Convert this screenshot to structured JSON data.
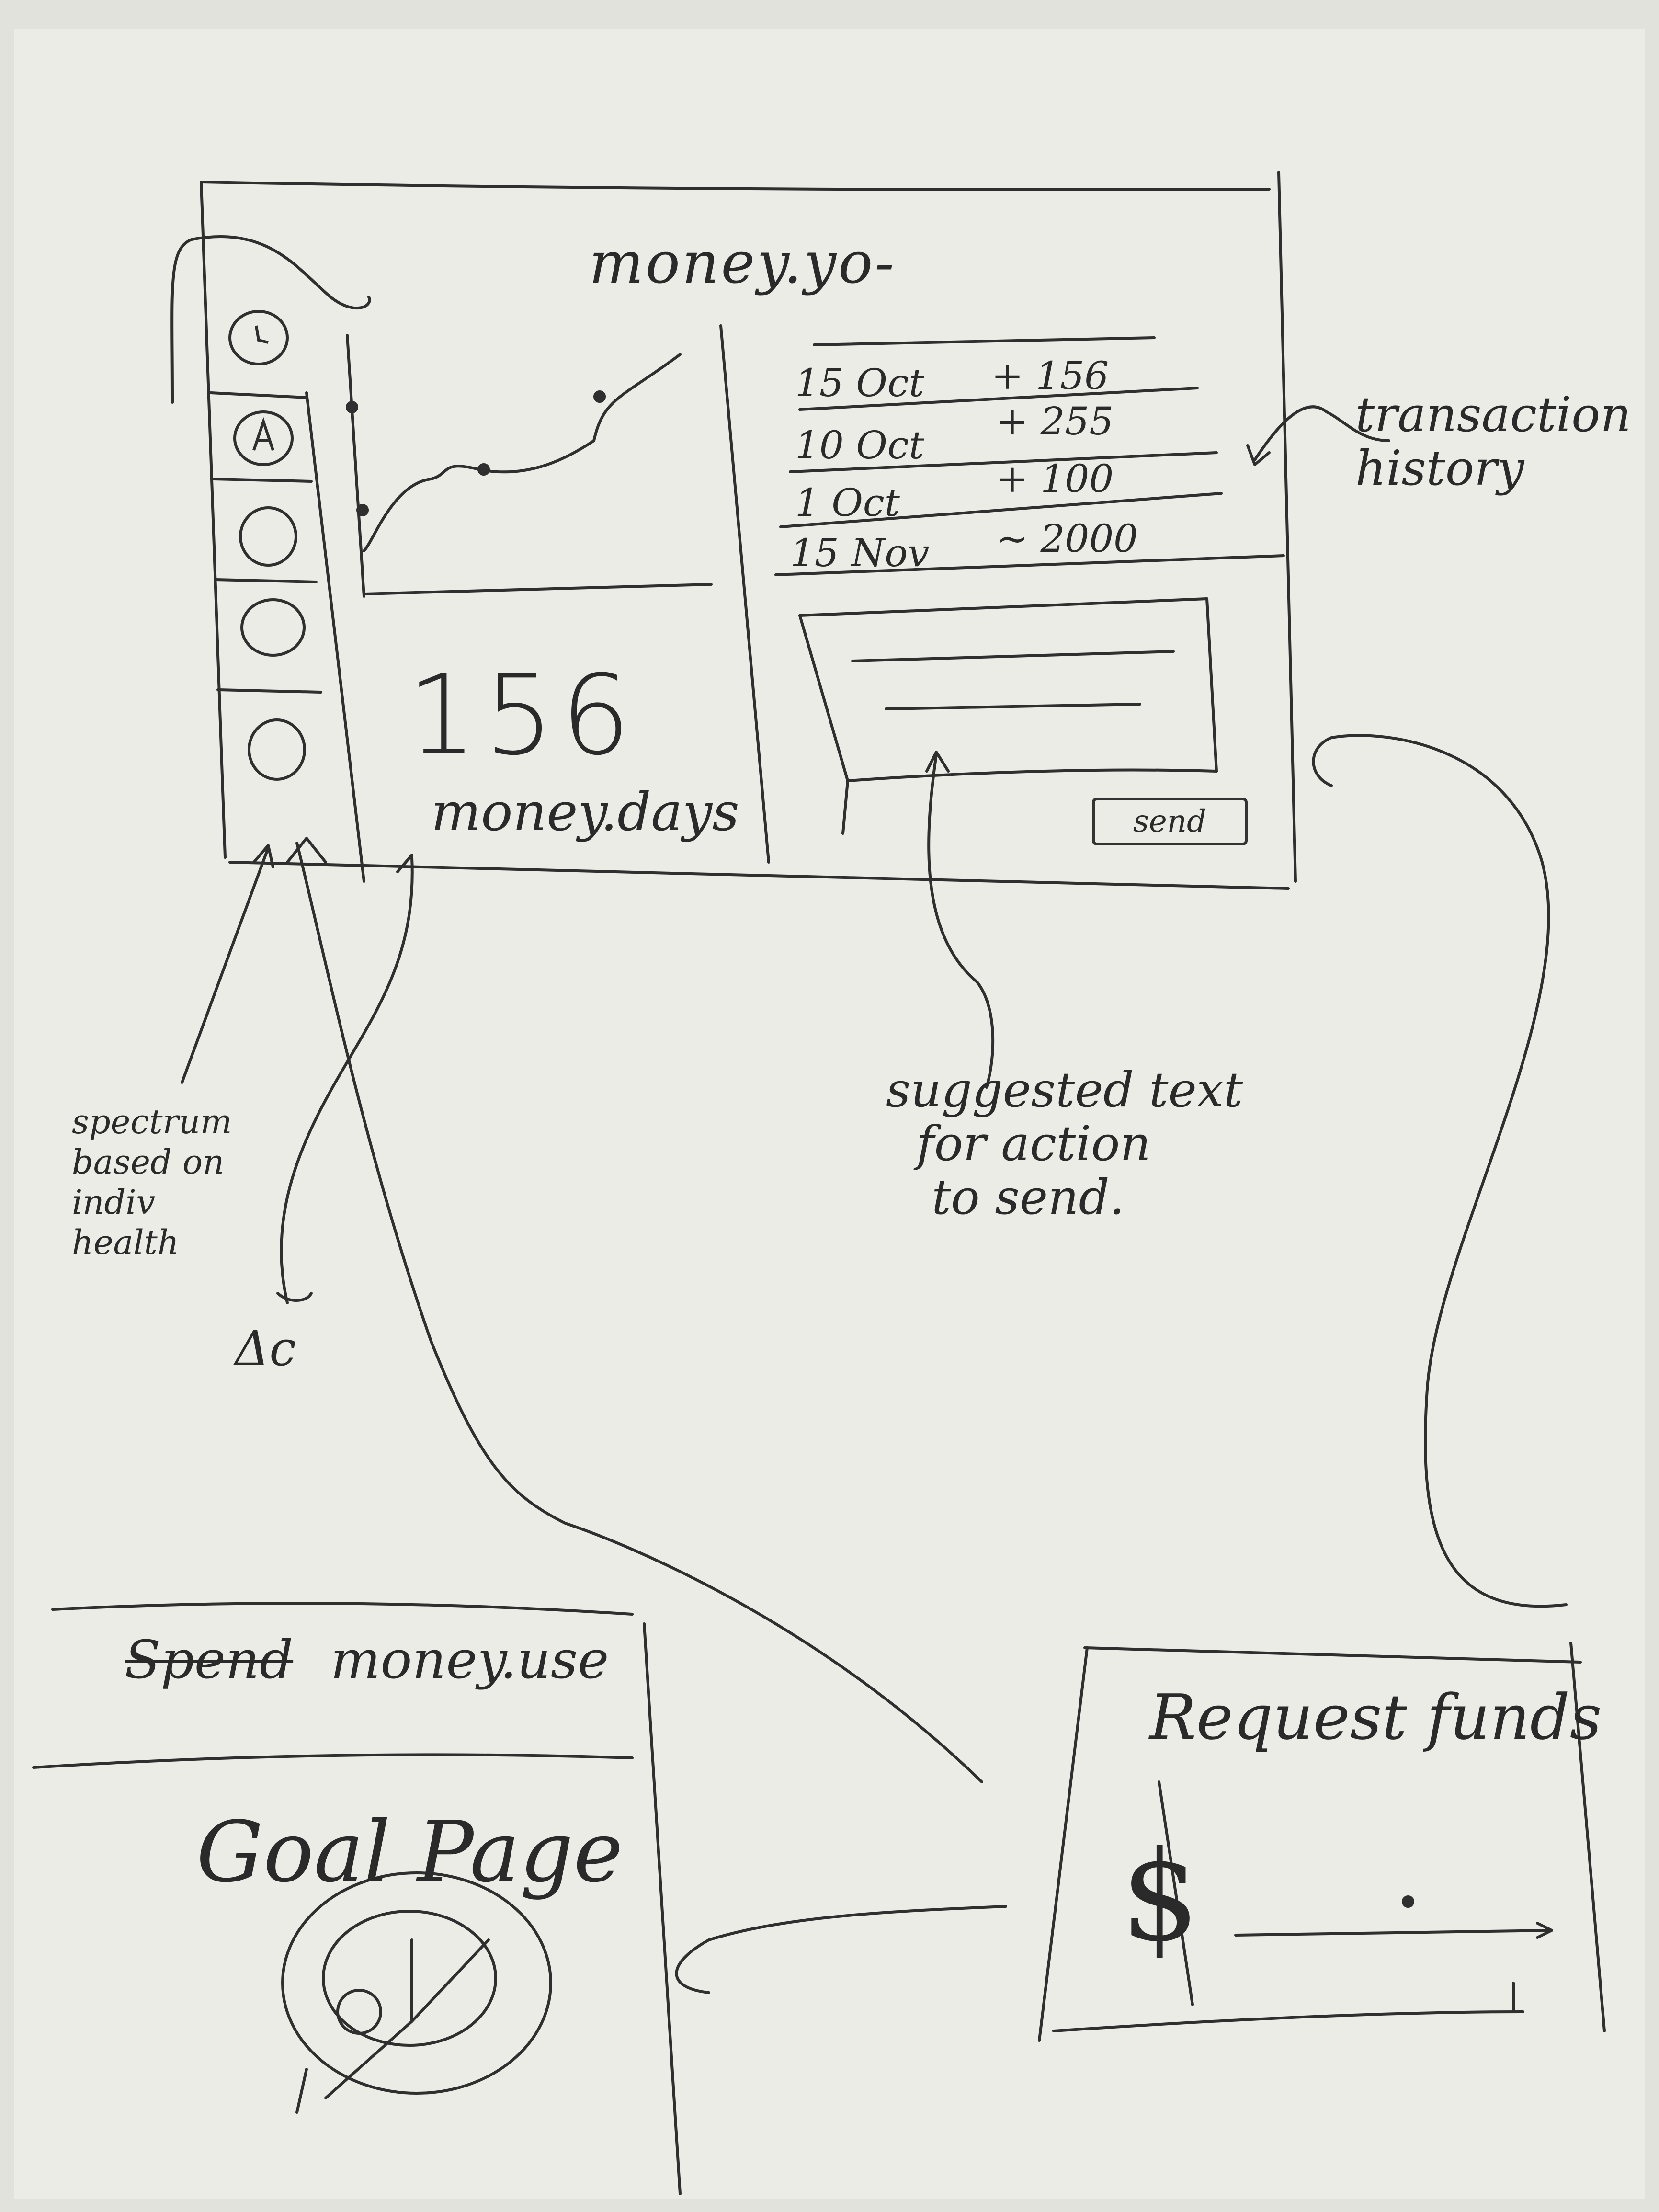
{
  "main_screen": {
    "title": "money.yo-",
    "transactions": [
      {
        "date": "15 Oct",
        "amount": "+ 156"
      },
      {
        "date": "10 Oct",
        "amount": "+ 255"
      },
      {
        "date": "1 Oct",
        "amount": "+ 100"
      },
      {
        "date": "15 Nov",
        "amount": "~ 2000"
      }
    ],
    "big_number": "156",
    "big_number_label": "money.days",
    "send_label": "send"
  },
  "annotations": {
    "transaction_history": "transaction\nhistory",
    "suggested_text": "suggested text\n  for action\n   to send.",
    "spectrum": "spectrum\nbased on\nindiv\nhealth",
    "sketch_mark": "Δc"
  },
  "spend_page": {
    "struck_word": "Spend",
    "title": "money.use"
  },
  "goal_page": {
    "title": "Goal Page"
  },
  "request_page": {
    "title": "Request funds",
    "currency_symbol": "$"
  },
  "colors": {
    "paper": "#ecece6",
    "ink": "#2b2b2b"
  }
}
